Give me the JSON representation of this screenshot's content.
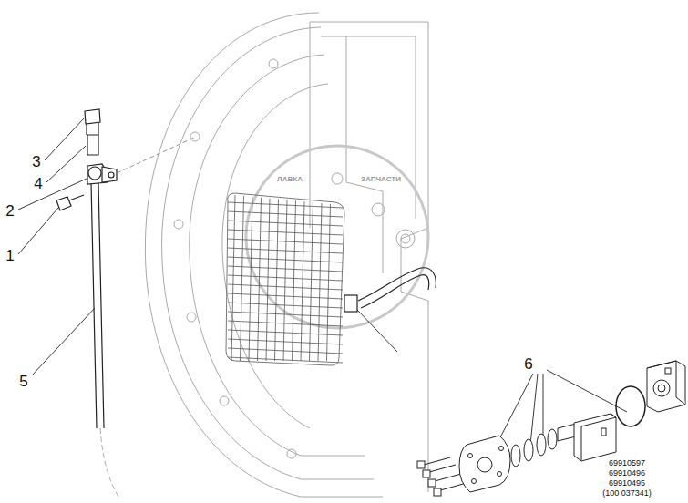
{
  "diagram": {
    "labels": [
      "3",
      "4",
      "2",
      "1",
      "5",
      "6",
      "69910597",
      "69910496",
      "69910495",
      "(100 037341)",
      "ЛАВКА",
      "ЗАПЧАСТИ"
    ]
  }
}
